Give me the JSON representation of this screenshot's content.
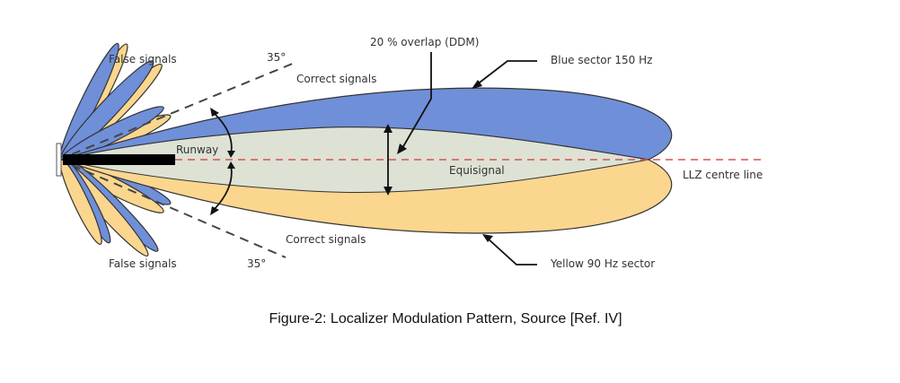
{
  "diagram": {
    "labels": {
      "false_signals_top": "False signals",
      "false_signals_bottom": "False signals",
      "angle_top": "35°",
      "angle_bottom": "35°",
      "correct_signals_top": "Correct signals",
      "correct_signals_bottom": "Correct signals",
      "overlap": "20 % overlap (DDM)",
      "blue_sector": "Blue sector 150 Hz",
      "yellow_sector": "Yellow 90 Hz sector",
      "runway": "Runway",
      "equisignal": "Equisignal",
      "centre_line": "LLZ centre line"
    },
    "colors": {
      "blue": "#6f8fd8",
      "yellow": "#fbd68e",
      "overlap": "#dde2d5",
      "centre_line": "#d9534f"
    }
  },
  "caption": "Figure-2: Localizer Modulation Pattern, Source [Ref. IV]"
}
